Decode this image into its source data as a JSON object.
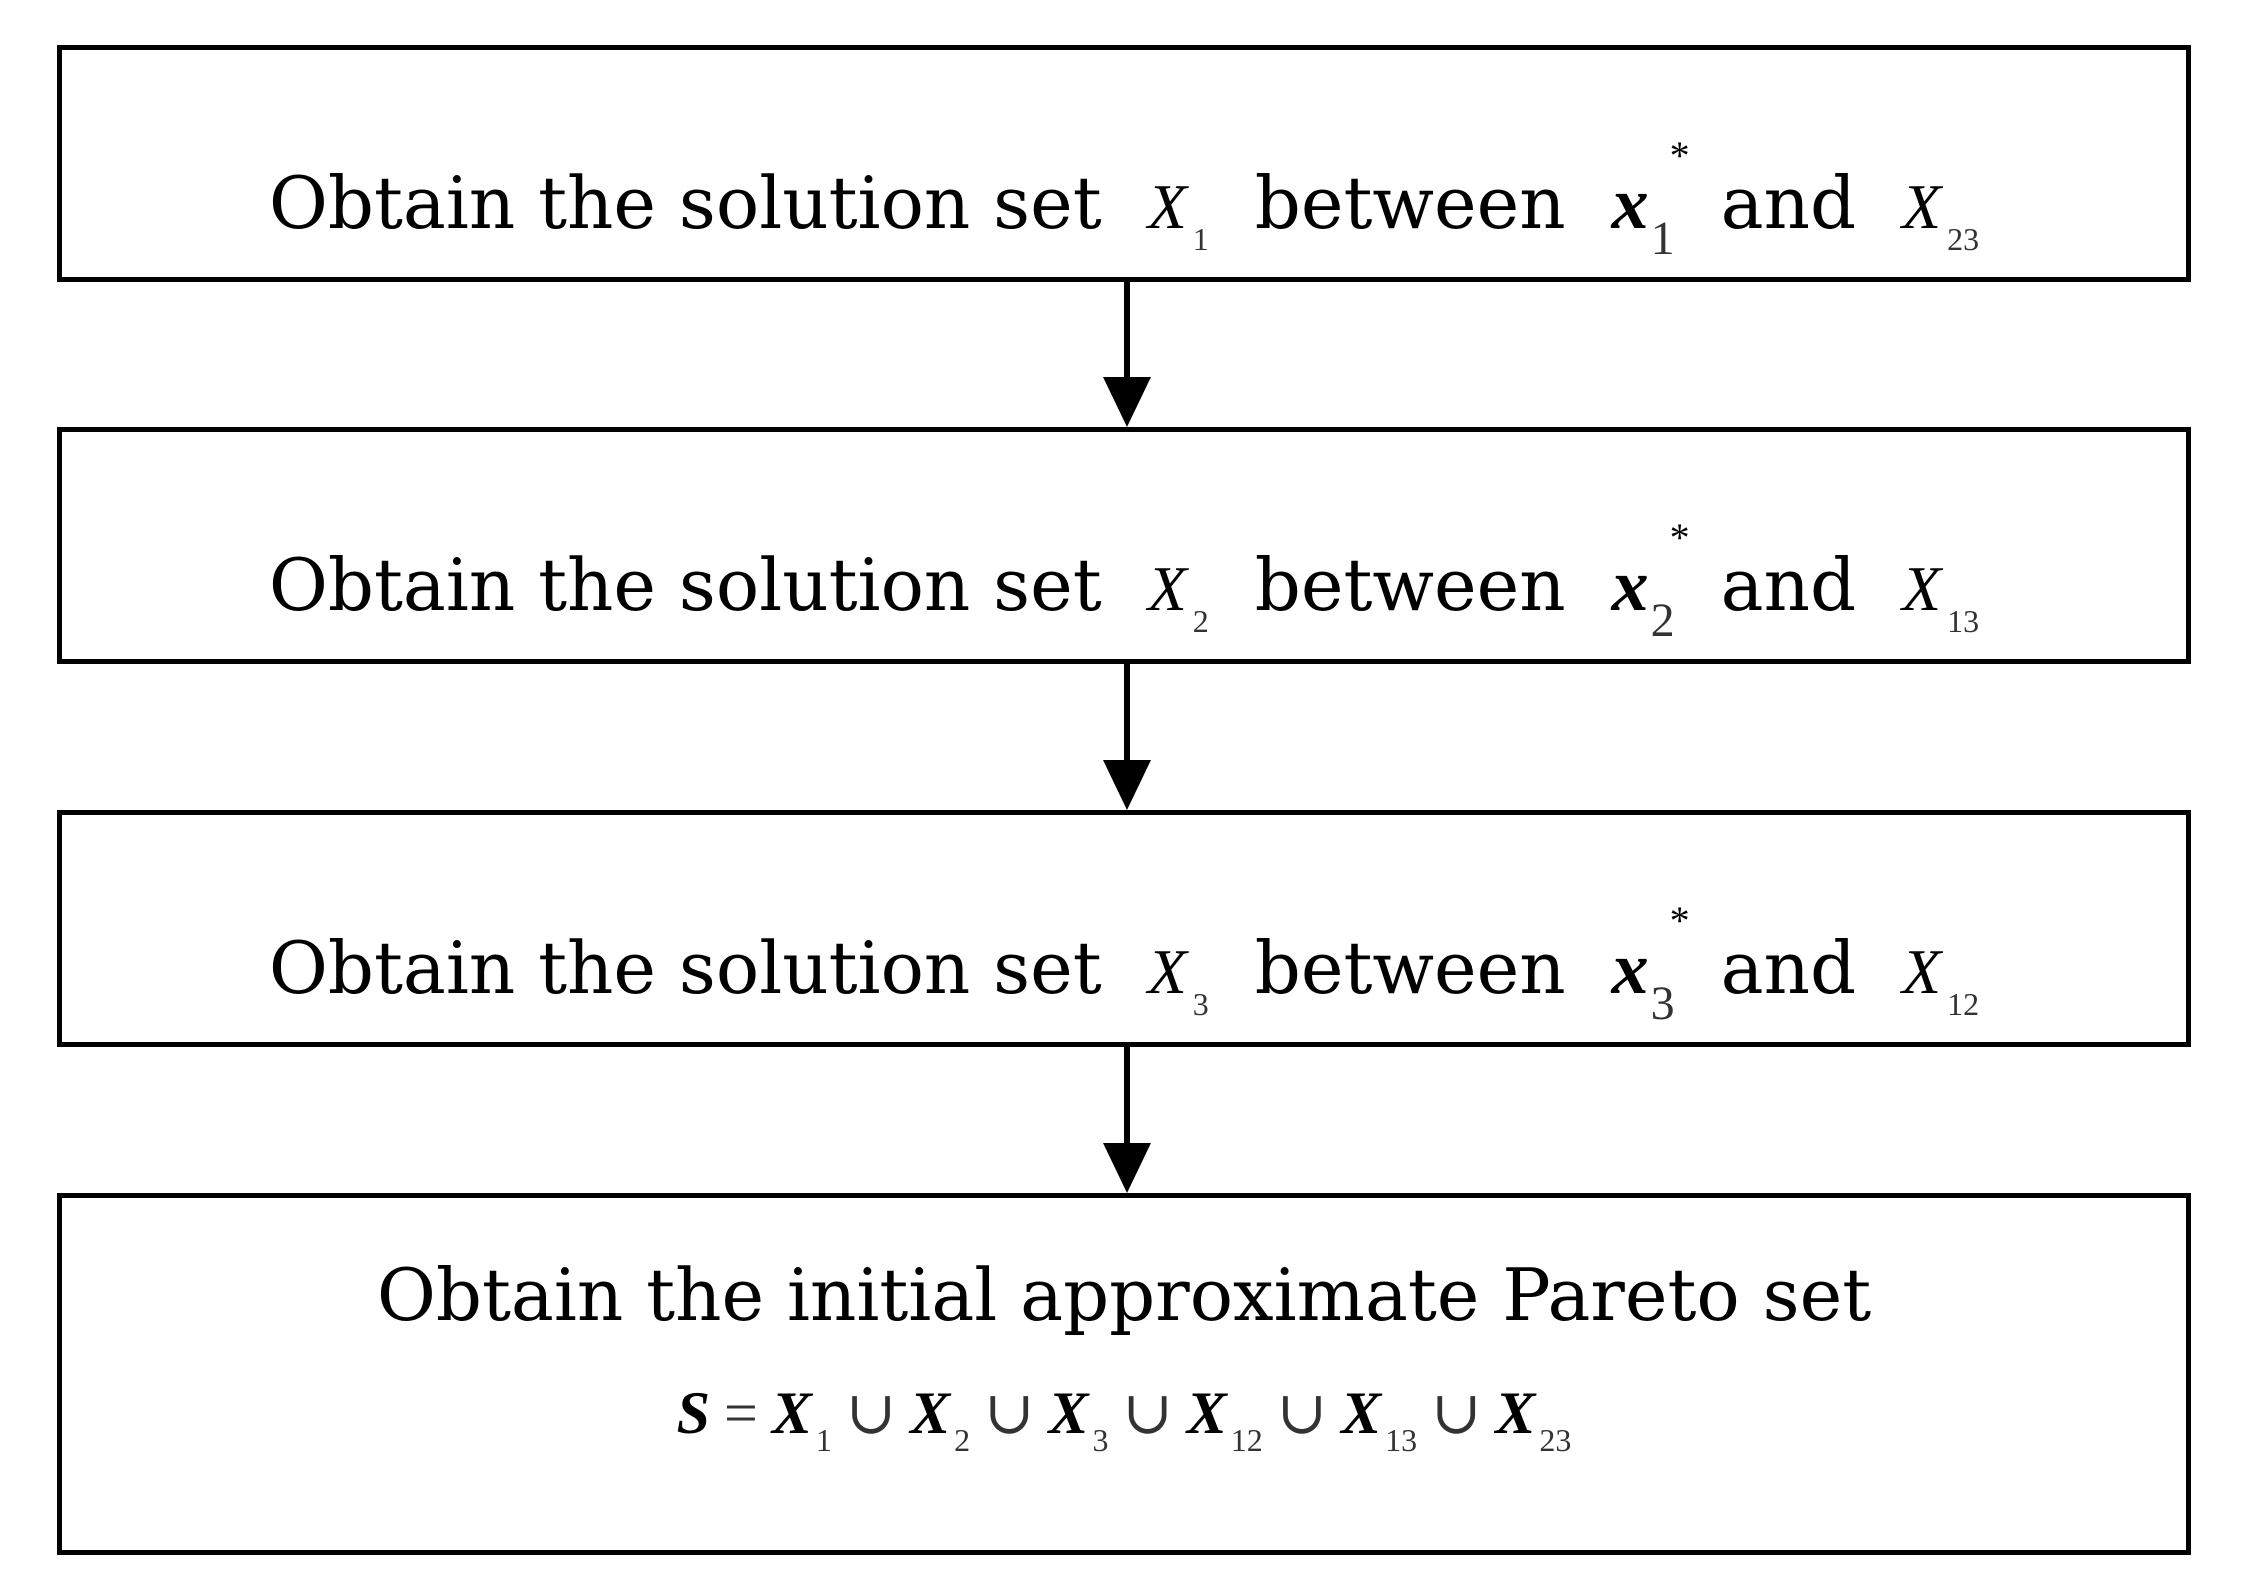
{
  "steps": [
    {
      "prefix": "Obtain the solution set",
      "set_symbol": "X",
      "set_index": "1",
      "between": "between",
      "point_symbol": "x",
      "point_index": "1",
      "point_star": "*",
      "and": "and",
      "other_symbol": "X",
      "other_index": "23"
    },
    {
      "prefix": "Obtain the solution set",
      "set_symbol": "X",
      "set_index": "2",
      "between": "between",
      "point_symbol": "x",
      "point_index": "2",
      "point_star": "*",
      "and": "and",
      "other_symbol": "X",
      "other_index": "13"
    },
    {
      "prefix": "Obtain the solution set",
      "set_symbol": "X",
      "set_index": "3",
      "between": "between",
      "point_symbol": "x",
      "point_index": "3",
      "point_star": "*",
      "and": "and",
      "other_symbol": "X",
      "other_index": "12"
    }
  ],
  "final": {
    "title": "Obtain the initial approximate Pareto set",
    "formula": {
      "lhs": "S",
      "equals": "=",
      "union": "∪",
      "terms": [
        {
          "symbol": "X",
          "index": "1"
        },
        {
          "symbol": "X",
          "index": "2"
        },
        {
          "symbol": "X",
          "index": "3"
        },
        {
          "symbol": "X",
          "index": "12"
        },
        {
          "symbol": "X",
          "index": "13"
        },
        {
          "symbol": "X",
          "index": "23"
        }
      ]
    }
  }
}
